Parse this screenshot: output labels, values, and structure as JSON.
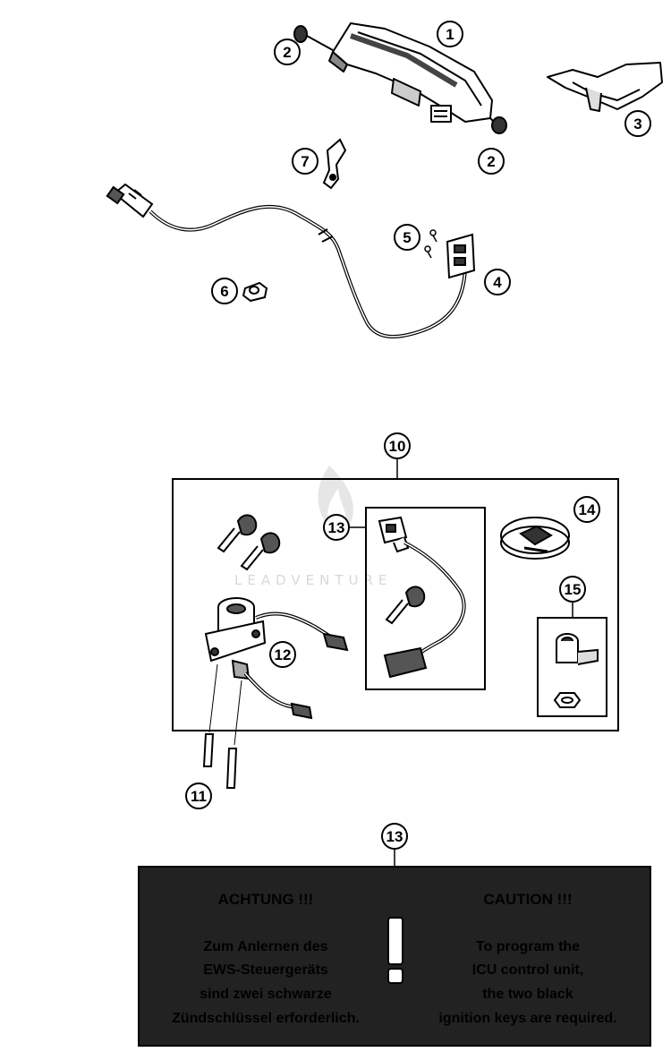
{
  "watermark": {
    "text": "LEADVENTURE"
  },
  "callouts": {
    "c1": "1",
    "c2a": "2",
    "c2b": "2",
    "c3": "3",
    "c4": "4",
    "c5": "5",
    "c6": "6",
    "c7": "7",
    "c10": "10",
    "c11": "11",
    "c12": "12",
    "c13a": "13",
    "c13b": "13",
    "c14": "14",
    "c15": "15"
  },
  "notice": {
    "de_heading": "ACHTUNG !!!",
    "de_lines": [
      "Zum Anlernen des",
      "EWS-Steuergeräts",
      "sind zwei schwarze",
      "Zündschlüssel erforderlich."
    ],
    "en_heading": "CAUTION !!!",
    "en_lines": [
      "To program the",
      "ICU control unit,",
      "the two black",
      "ignition keys are required."
    ]
  }
}
